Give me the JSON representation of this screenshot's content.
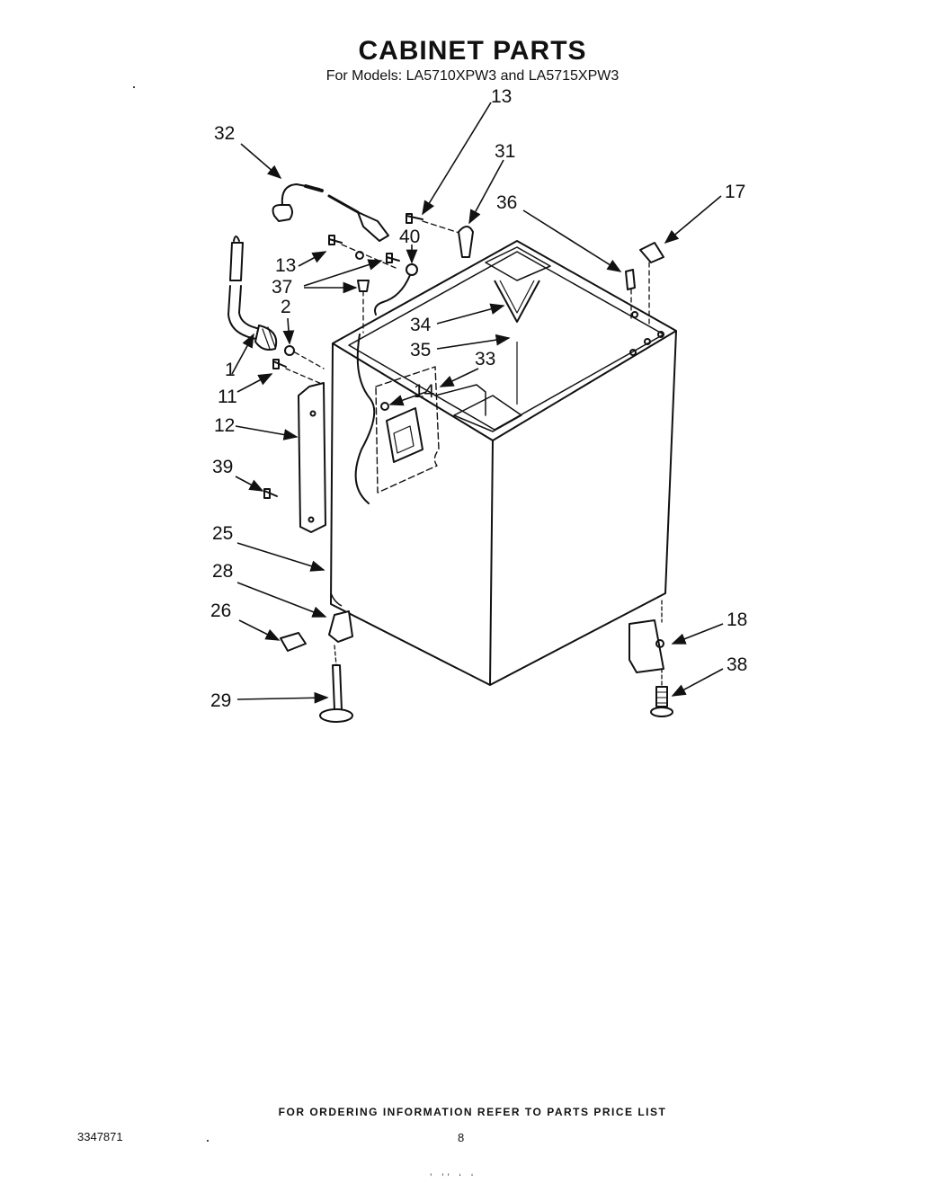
{
  "header": {
    "title": "CABINET PARTS",
    "models": "For Models: LA5710XPW3 and LA5715XPW3"
  },
  "callouts": {
    "c13a": "13",
    "c32": "32",
    "c31": "31",
    "c36": "36",
    "c17": "17",
    "c40": "40",
    "c13b": "13",
    "c37": "37",
    "c2": "2",
    "c34": "34",
    "c35": "35",
    "c33": "33",
    "c1": "1",
    "c11": "11",
    "c14": "14",
    "c12": "12",
    "c39": "39",
    "c25": "25",
    "c28": "28",
    "c26": "26",
    "c18": "18",
    "c38": "38",
    "c29": "29"
  },
  "footer": {
    "ordering_note": "FOR ORDERING INFORMATION REFER TO PARTS PRICE LIST",
    "doc_number": "3347871",
    "page_number": "8",
    "scan_marks": "’ ’’ ‘ ‘"
  }
}
